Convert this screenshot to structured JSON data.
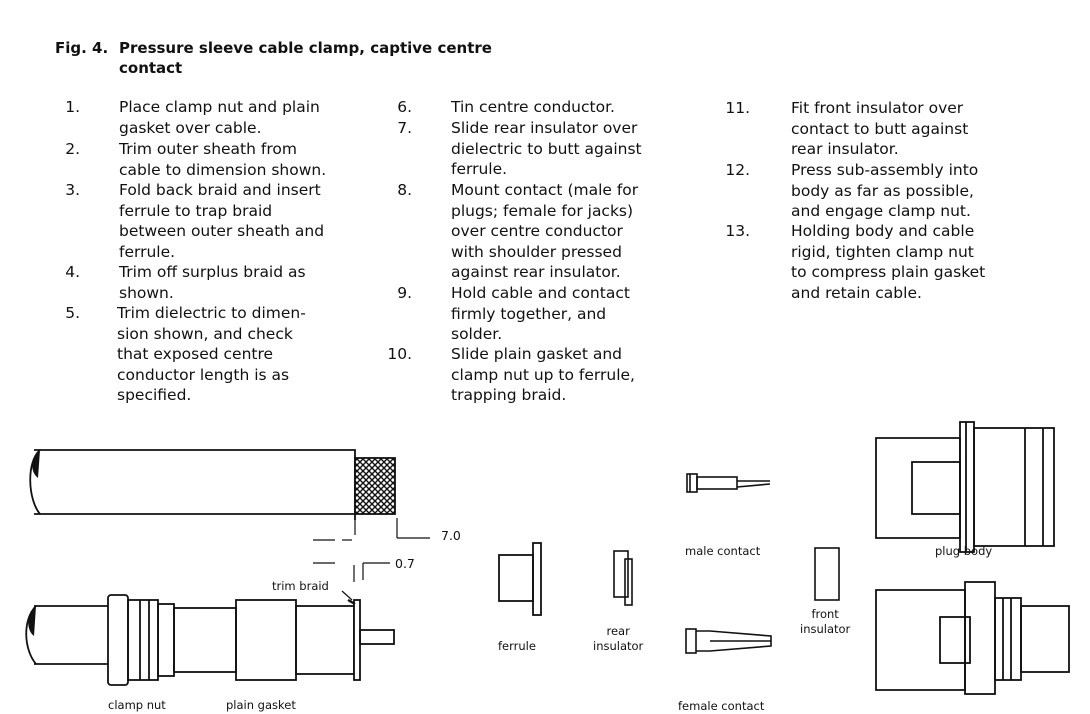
{
  "figure": {
    "number": "Fig. 4.",
    "title_line1": "Pressure sleeve cable clamp, captive centre",
    "title_line2": "contact"
  },
  "steps": [
    {
      "n": "1.",
      "text": "Place clamp nut and plain\ngasket over cable."
    },
    {
      "n": "2.",
      "text": "Trim outer sheath from\ncable to dimension shown."
    },
    {
      "n": "3.",
      "text": "Fold back braid and insert\nferrule to trap braid\nbetween outer sheath and\nferrule."
    },
    {
      "n": "4.",
      "text": "Trim off surplus braid as\nshown."
    },
    {
      "n": "5.",
      "text": "Trim dielectric to dimen-\nsion shown, and check\nthat exposed centre\nconductor length is as\nspecified."
    },
    {
      "n": "6.",
      "text": "Tin centre conductor."
    },
    {
      "n": "7.",
      "text": "Slide rear insulator over\ndielectric to butt against\nferrule."
    },
    {
      "n": "8.",
      "text": "Mount contact (male for\nplugs; female for jacks)\nover centre conductor\nwith shoulder pressed\nagainst rear insulator."
    },
    {
      "n": "9.",
      "text": "Hold cable and contact\nfirmly together, and\nsolder."
    },
    {
      "n": "10.",
      "text": "Slide plain gasket and\nclamp nut up to ferrule,\ntrapping braid."
    },
    {
      "n": "11.",
      "text": "Fit front insulator over\ncontact to butt against\nrear insulator."
    },
    {
      "n": "12.",
      "text": "Press sub-assembly into\nbody as far as possible,\nand engage clamp nut."
    },
    {
      "n": "13.",
      "text": "Holding body and cable\nrigid, tighten clamp nut\nto compress plain gasket\nand retain cable."
    }
  ],
  "labels": {
    "dim_sheath": "7.0",
    "dim_dielectric": "0.7",
    "trim_braid": "trim braid",
    "clamp_nut": "clamp nut",
    "plain_gasket": "plain gasket",
    "ferrule": "ferrule",
    "rear_insulator": "rear\ninsulator",
    "male_contact": "male contact",
    "female_contact": "female contact",
    "front_insulator": "front\ninsulator",
    "plug_body": "plug body"
  }
}
